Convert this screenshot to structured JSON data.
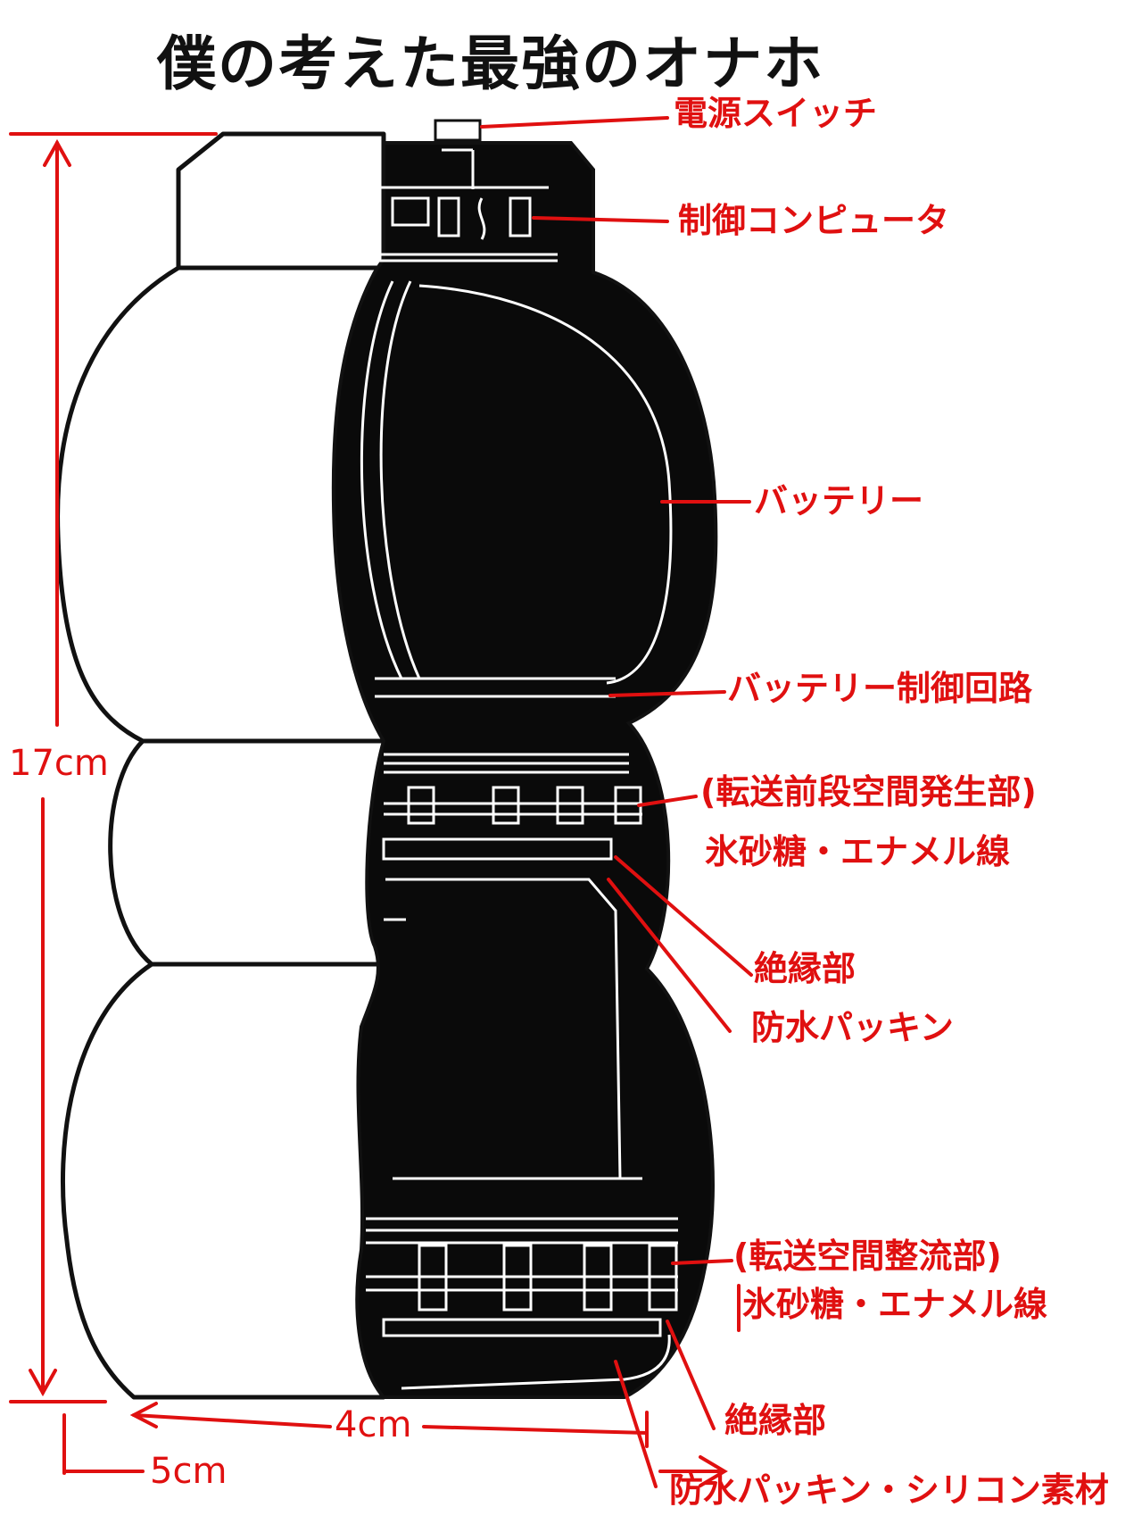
{
  "title": "僕の考えた最強のオナホ",
  "labels": {
    "power_switch": "電源スイッチ",
    "control_computer": "制御コンピュータ",
    "battery": "バッテリー",
    "battery_control_circuit": "バッテリー制御回路",
    "front_stage_space_generator": "(転送前段空間発生部)",
    "rock_sugar_enamel_wire_1": "氷砂糖・エナメル線",
    "insulation_1": "絶縁部",
    "waterproof_packing_1": "防水パッキン",
    "space_rectifier": "(転送空間整流部)",
    "rock_sugar_enamel_wire_2": "氷砂糖・エナメル線",
    "insulation_2": "絶縁部",
    "waterproof_packing_silicone": "防水パッキン・シリコン素材"
  },
  "dimensions": {
    "height": "17cm",
    "inner_width": "4cm",
    "outer_width": "5cm"
  },
  "colors": {
    "annotation": "#e01010",
    "ink": "#111111",
    "paper": "#ffffff"
  }
}
